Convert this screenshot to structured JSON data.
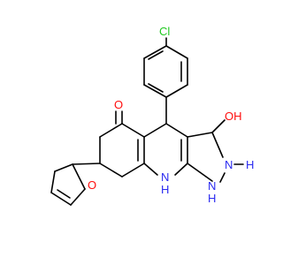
{
  "colors": {
    "background": "#ffffff",
    "bond": "#000000",
    "oxygen": "#ff0d0d",
    "nitrogen": "#2a2af0",
    "chlorine": "#1ec81e"
  },
  "atoms": {
    "chlorine": "Cl",
    "ketone_oxygen": "O",
    "hydroxyl_oxygen": "OH",
    "furan_oxygen": "O",
    "ring_nh": "N\nH",
    "pyrazole_nh_upper": "N – H",
    "pyrazole_nh_lower": "N\nH"
  },
  "labels": {
    "cl": "Cl",
    "o_ketone": "O",
    "oh": "OH",
    "o_furan": "O",
    "n1": "N",
    "n1_h": "H",
    "n2": "N",
    "n2_h": "H",
    "n3": "N",
    "n3_h": "H"
  }
}
